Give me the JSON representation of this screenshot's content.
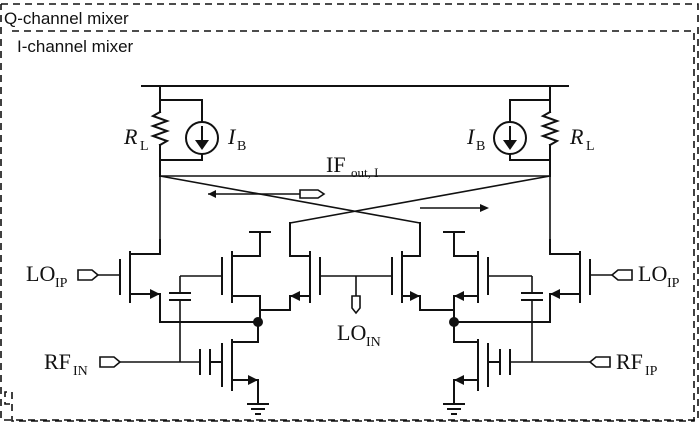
{
  "boxes": {
    "q_channel_label": "Q-channel mixer",
    "i_channel_label": "I-channel mixer"
  },
  "labels": {
    "rl_left": {
      "main": "R",
      "sub": "L"
    },
    "rl_right": {
      "main": "R",
      "sub": "L"
    },
    "ib_left": {
      "main": "I",
      "sub": "B"
    },
    "ib_right": {
      "main": "I",
      "sub": "B"
    },
    "if_out": {
      "main": "IF",
      "sub": "out, I"
    },
    "lo_ip_left": {
      "main": "LO",
      "sub": "IP"
    },
    "lo_ip_right": {
      "main": "LO",
      "sub": "IP"
    },
    "lo_in": {
      "main": "LO",
      "sub": "IN"
    },
    "rf_in": {
      "main": "RF",
      "sub": "IN"
    },
    "rf_ip": {
      "main": "RF",
      "sub": "IP"
    }
  }
}
